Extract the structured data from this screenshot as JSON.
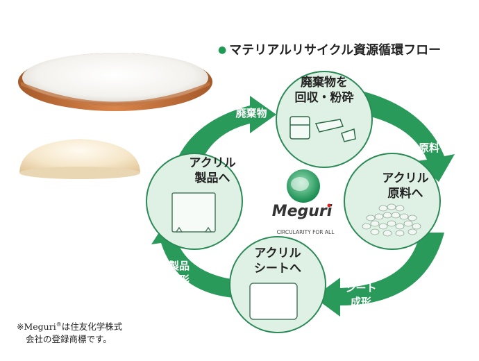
{
  "title": "マテリアルリサイクル資源循環フロー",
  "nodes": {
    "collect": {
      "line1": "廃棄物を",
      "line2": "回収・粉砕"
    },
    "raw": {
      "line1": "アクリル",
      "line2": "原料へ"
    },
    "sheet": {
      "line1": "アクリル",
      "line2": "シートへ"
    },
    "product": {
      "line1": "アクリル",
      "line2": "製品へ"
    }
  },
  "arrows": {
    "waste": "廃棄物",
    "material": "原料",
    "sheet_form_1": "シート",
    "sheet_form_2": "成形",
    "product_form_1": "製品",
    "product_form_2": "成形"
  },
  "logo": {
    "name": "Meguri",
    "tagline": "CIRCULARITY FOR ALL"
  },
  "footnote": {
    "line1": "※Meguri",
    "reg": "®",
    "line1b": "は住友化学株式",
    "line2": "会社の登録商標です。"
  },
  "colors": {
    "green": "#1f9a55",
    "circle_fill": "#dff0e4",
    "circle_stroke": "#2a8a55"
  }
}
